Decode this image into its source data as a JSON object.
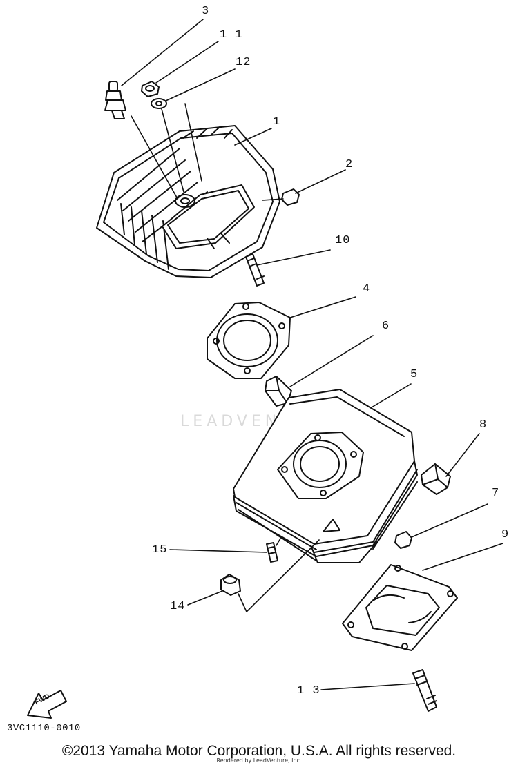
{
  "labels": {
    "p1": "1",
    "p2": "2",
    "p3": "3",
    "p4": "4",
    "p5": "5",
    "p6": "6",
    "p7": "7",
    "p8": "8",
    "p9": "9",
    "p10": "10",
    "p11": "1 1",
    "p12": "12",
    "p13": "1 3",
    "p14": "14",
    "p15": "15"
  },
  "fwd_label": "FWD",
  "part_code": "3VC1110-0010",
  "watermark": "LEADVENTURE",
  "copyright": "©2013 Yamaha Motor Corporation, U.S.A. All rights reserved.",
  "rendered_by": "Rendered by LeadVenture, Inc."
}
